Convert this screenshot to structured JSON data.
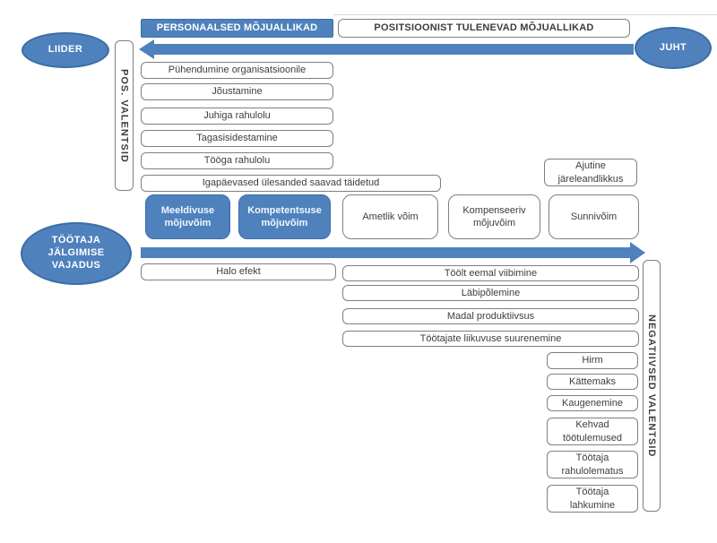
{
  "colors": {
    "accent_blue": "#4f81bd",
    "accent_blue_border": "#3a6ea5",
    "box_border": "#7f7f7f",
    "text": "#3d3d3d"
  },
  "ellipses": {
    "leader": "LIIDER",
    "manager": "JUHT",
    "employee_monitoring": "TÖÖTAJA\nJÄLGIMISE\nVAJADUS"
  },
  "headers": {
    "personal": "PERSONAALSED MÕJUALLIKAD",
    "positional": "POSITSIOONIST TULENEVAD MÕJUALLIKAD"
  },
  "rails": {
    "positive": "POS. VALENTSID",
    "negative": "NEGATIIVSED VALENTSID"
  },
  "positive_outcomes": [
    "Pühendumine organisatsioonile",
    "Jõustamine",
    "Juhiga rahulolu",
    "Tagasisidestamine",
    "Tööga rahulolu",
    "Igapäevased ülesanded saavad täidetud"
  ],
  "power_sources": [
    {
      "label": "Meeldivuse\nmõjuvõim",
      "style": "personal"
    },
    {
      "label": "Kompetentsuse\nmõjuvõim",
      "style": "personal"
    },
    {
      "label": "Ametlik võim",
      "style": "positional"
    },
    {
      "label": "Kompenseeriv\nmõjuvõim",
      "style": "positional"
    },
    {
      "label": "Sunnivõim",
      "style": "positional"
    }
  ],
  "temporary_compliance": "Ajutine\njäreleandlikkus",
  "halo_effect": "Halo efekt",
  "negative_outcomes_wide": [
    "Töölt eemal viibimine",
    "Läbipõlemine",
    "Madal produktiivsus",
    "Töötajate liikuvuse suurenemine"
  ],
  "negative_outcomes_small": [
    "Hirm",
    "Kättemaks",
    "Kaugenemine",
    "Kehvad\ntöötulemused",
    "Töötaja\nrahulolematus",
    "Töötaja\nlahkumine"
  ]
}
